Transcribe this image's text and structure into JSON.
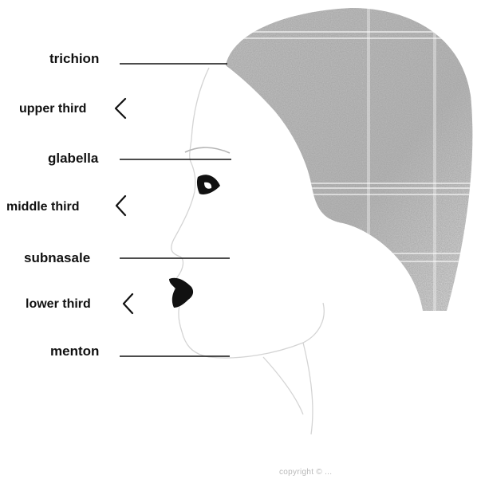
{
  "landmarks": [
    {
      "id": "trichion",
      "label": "trichion"
    },
    {
      "id": "glabella",
      "label": "glabella"
    },
    {
      "id": "subnasale",
      "label": "subnasale"
    },
    {
      "id": "menton",
      "label": "menton"
    }
  ],
  "regions": [
    {
      "id": "upper",
      "label": "upper third"
    },
    {
      "id": "middle",
      "label": "middle third"
    },
    {
      "id": "lower",
      "label": "lower third"
    }
  ],
  "copyright": "copyright © ..."
}
